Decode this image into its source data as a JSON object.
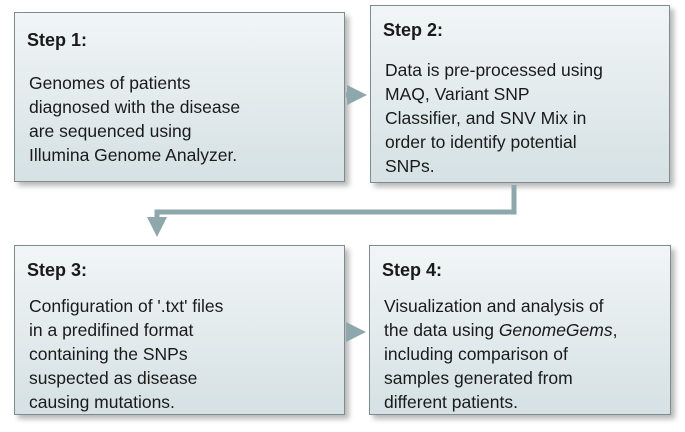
{
  "steps": [
    {
      "title": "Step 1:",
      "lines": [
        "Genomes of patients",
        "diagnosed with the disease",
        "are sequenced using",
        "Illumina Genome Analyzer."
      ]
    },
    {
      "title": "Step 2:",
      "lines": [
        "Data is pre-processed using",
        "MAQ, Variant SNP",
        "Classifier, and  SNV Mix in",
        "order to identify potential",
        "SNPs."
      ]
    },
    {
      "title": "Step 3:",
      "lines": [
        "Configuration of '.txt' files",
        "in a predifined format",
        "containing the SNPs",
        "suspected as disease",
        "causing mutations."
      ]
    },
    {
      "title": "Step 4:",
      "lines": {
        "l1": "Visualization and analysis of",
        "l2_pre": "the data using ",
        "l2_em": "GenomeGems",
        "l2_post": ",",
        "l3": "including comparison of",
        "l4": "samples generated  from",
        "l5": "different patients."
      }
    }
  ],
  "colors": {
    "box_fill_top": "#f1f5f6",
    "box_fill_bottom": "#d5e1e4",
    "box_border": "#7f8c8d",
    "arrow": "#8ea7ad"
  }
}
